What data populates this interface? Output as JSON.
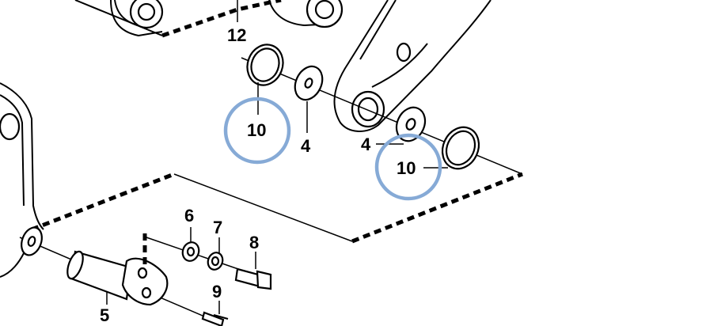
{
  "diagram": {
    "callouts": {
      "c12": "12",
      "c10a": "10",
      "c4a": "4",
      "c4b": "4",
      "c10b": "10",
      "c6": "6",
      "c7": "7",
      "c8": "8",
      "c5": "5",
      "c9": "9"
    },
    "highlight_color": "#86aad6"
  }
}
